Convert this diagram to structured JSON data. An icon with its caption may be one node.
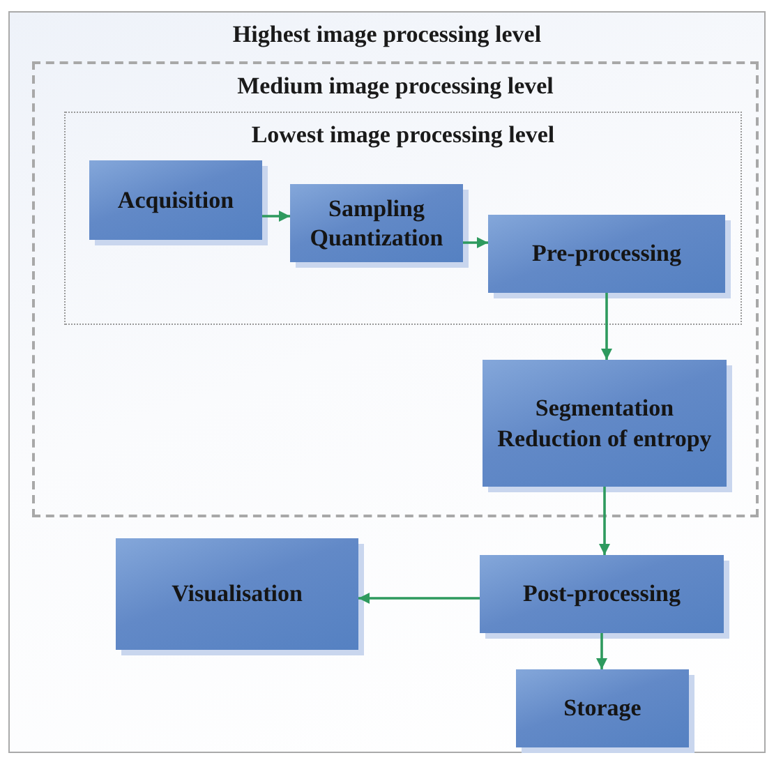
{
  "diagram": {
    "nodes": [
      {
        "text": [
          "Highest image processing level"
        ]
      },
      {
        "text": [
          "Medium image processing level"
        ],
        "in": 0
      },
      {
        "text": [
          "Lowest image processing level"
        ],
        "in": 1
      },
      {
        "text": [
          "Acquisition"
        ],
        "in": 2
      },
      {
        "text": [
          "Sampling Quantization"
        ],
        "in": 2
      },
      {
        "text": [
          "Pre-processing"
        ],
        "in": 2
      },
      {
        "text": [
          "Segmentation Reduction of entropy"
        ],
        "in": 1
      },
      {
        "text": [
          "Visualisation"
        ],
        "in": 0
      },
      {
        "text": [
          "Post-processing"
        ],
        "in": 0
      },
      {
        "text": [
          "Storage"
        ],
        "in": 0
      }
    ],
    "edges": [
      {
        "from": 3,
        "to": 4,
        "arrow": "to"
      },
      {
        "from": 4,
        "to": 5,
        "arrow": "to"
      },
      {
        "from": 5,
        "to": 6,
        "arrow": "to"
      },
      {
        "from": 6,
        "to": 8,
        "arrow": "to"
      },
      {
        "from": 8,
        "to": 7,
        "arrow": "to"
      },
      {
        "from": 8,
        "to": 9,
        "arrow": "to"
      }
    ]
  }
}
